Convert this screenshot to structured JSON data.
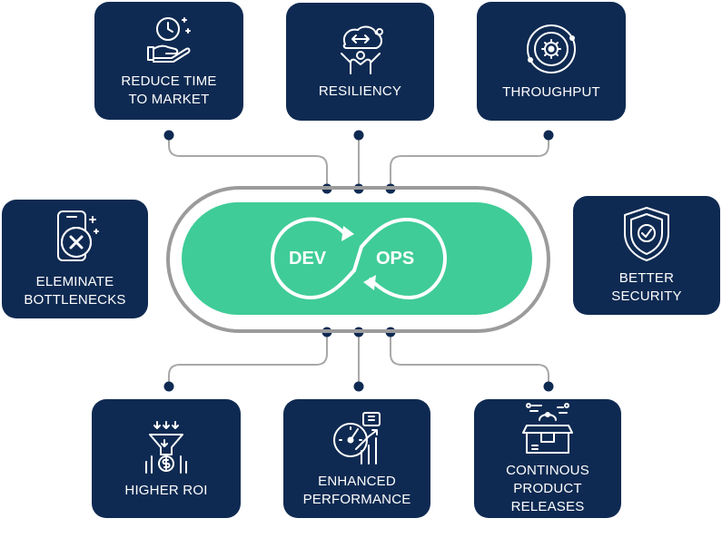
{
  "hub": {
    "left_word": "DEV",
    "right_word": "OPS"
  },
  "benefits": [
    {
      "label": "REDUCE TIME\nTO MARKET",
      "icon": "clock-hand-icon"
    },
    {
      "label": "RESILIENCY",
      "icon": "brain-gear-icon"
    },
    {
      "label": "THROUGHPUT",
      "icon": "target-gear-icon"
    },
    {
      "label": "ELEMINATE\nBOTTLENECKS",
      "icon": "phone-blocked-icon"
    },
    {
      "label": "BETTER\nSECURITY",
      "icon": "shield-check-icon"
    },
    {
      "label": "HIGHER ROI",
      "icon": "funnel-dollar-icon"
    },
    {
      "label": "ENHANCED\nPERFORMANCE",
      "icon": "speedometer-chart-icon"
    },
    {
      "label": "CONTINOUS\nPRODUCT\nRELEASES",
      "icon": "box-release-icon"
    }
  ],
  "colors": {
    "card": "#0f2a52",
    "hub": "#3fcc98",
    "ring": "#9b9b9b",
    "connector": "#a8a8a8",
    "dot": "#0f2a52"
  }
}
